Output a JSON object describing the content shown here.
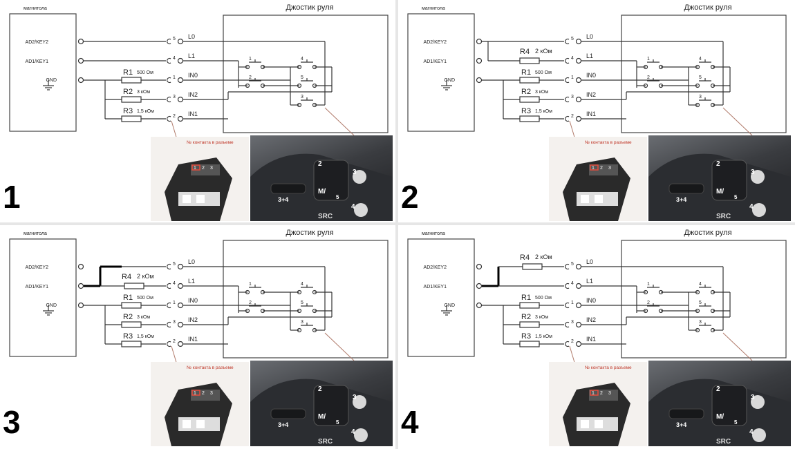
{
  "labels": {
    "head_unit": "магнитола",
    "joystick": "Джостик руля",
    "pin_ad2": "AD2/KEY2",
    "pin_ad1": "AD1/KEY1",
    "pin_gnd": "GND",
    "r1": "R1",
    "r1_val": "500 Ом",
    "r2": "R2",
    "r2_val": "3 кОм",
    "r3": "R3",
    "r3_val": "1,5 кОм",
    "r4": "R4",
    "r4_val": "2 кОм",
    "l0": "L0",
    "l1": "L1",
    "in0": "IN0",
    "in2": "IN2",
    "in1": "IN1",
    "c5": "5",
    "c4": "4",
    "c1": "1",
    "c3": "3",
    "c2": "2",
    "connector_note": "№ контакта в разъеме",
    "sw1": "1",
    "sw2": "2",
    "sw3": "3",
    "sw4": "4",
    "sw5": "5",
    "wheel_2": "2",
    "wheel_3": "3",
    "wheel_34": "3+4",
    "wheel_m": "M/",
    "wheel_5": "5",
    "wheel_4": "4",
    "wheel_src": "SRC",
    "conn_1": "1",
    "conn_2": "2",
    "conn_3": "3"
  },
  "panels": [
    {
      "number": "1",
      "variant": 1
    },
    {
      "number": "2",
      "variant": 2
    },
    {
      "number": "3",
      "variant": 3
    },
    {
      "number": "4",
      "variant": 4
    }
  ],
  "colors": {
    "wire": "#333333",
    "heavy_wire": "#000000",
    "pointer": "#b07a6a",
    "note_red": "#c0392b",
    "box": "#444444"
  }
}
